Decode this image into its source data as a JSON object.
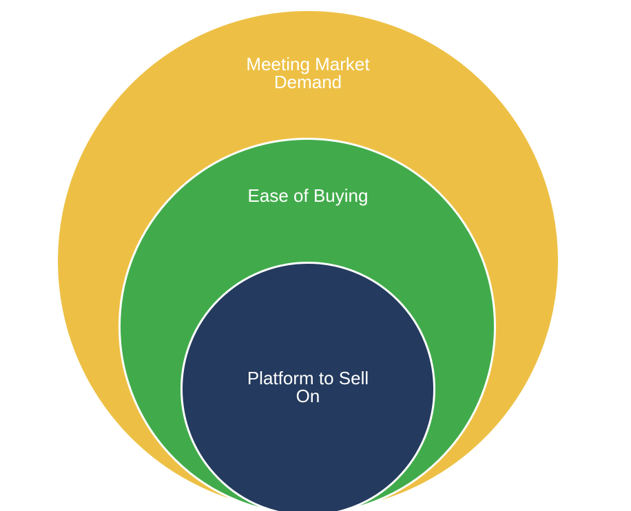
{
  "diagram": {
    "rings": [
      {
        "label": "Meeting Market\nDemand",
        "color": "#EDC045"
      },
      {
        "label": "Ease of Buying",
        "color": "#41AB4B"
      },
      {
        "label": "Platform to Sell\nOn",
        "color": "#243A5E"
      }
    ],
    "label_color": "#ffffff",
    "ring_border_color": "#ffffff"
  }
}
